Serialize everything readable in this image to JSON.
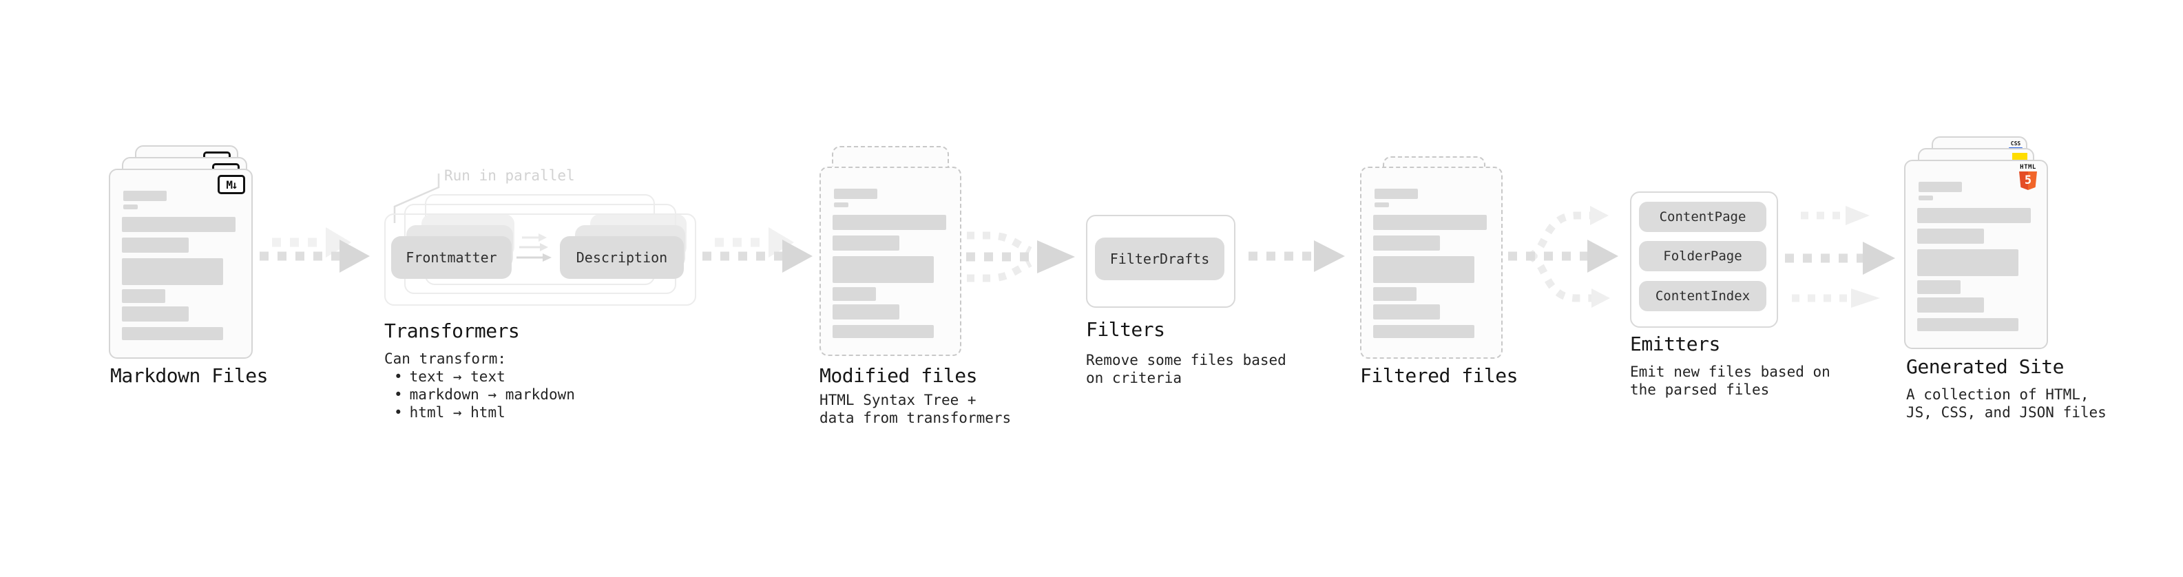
{
  "stages": {
    "markdown": {
      "label": "Markdown Files",
      "icon": "M↓"
    },
    "transformers": {
      "label": "Transformers",
      "annotation": "Run in parallel",
      "source_node": "Frontmatter",
      "target_node": "Description",
      "desc_title": "Can transform:",
      "bullet": "•",
      "bullets": [
        "text → text",
        "markdown → markdown",
        "html → html"
      ]
    },
    "modified": {
      "label": "Modified files",
      "desc": [
        "HTML Syntax Tree +",
        "data from transformers"
      ]
    },
    "filters": {
      "label": "Filters",
      "node": "FilterDrafts",
      "desc": [
        "Remove some files based",
        "on criteria"
      ]
    },
    "filtered": {
      "label": "Filtered files"
    },
    "emitters": {
      "label": "Emitters",
      "nodes": [
        "ContentPage",
        "FolderPage",
        "ContentIndex"
      ],
      "desc": [
        "Emit new files based on",
        "the parsed files"
      ]
    },
    "generated": {
      "label": "Generated Site",
      "desc": [
        "A collection of HTML,",
        "JS, CSS, and JSON files"
      ],
      "html_badge_word": "HTML",
      "html_badge_number": "5",
      "css_badge_word": "CSS"
    }
  },
  "colors": {
    "background": "#ffffff",
    "card_fill": "#fbfbfb",
    "card_border": "#d5d5d5",
    "dashed_border": "#c8c8c8",
    "content_bar": "#d9d9d9",
    "node_button": "#dcdcdc",
    "arrow_dark": "#dedede",
    "arrow_light": "#efefef",
    "annotation_text": "#d2d2d2",
    "title_text": "#161616",
    "html5_orange": "#e44d26",
    "html5_orange_light": "#f16529",
    "js_yellow": "#ffdd00",
    "css_blue": "#2760e6"
  }
}
